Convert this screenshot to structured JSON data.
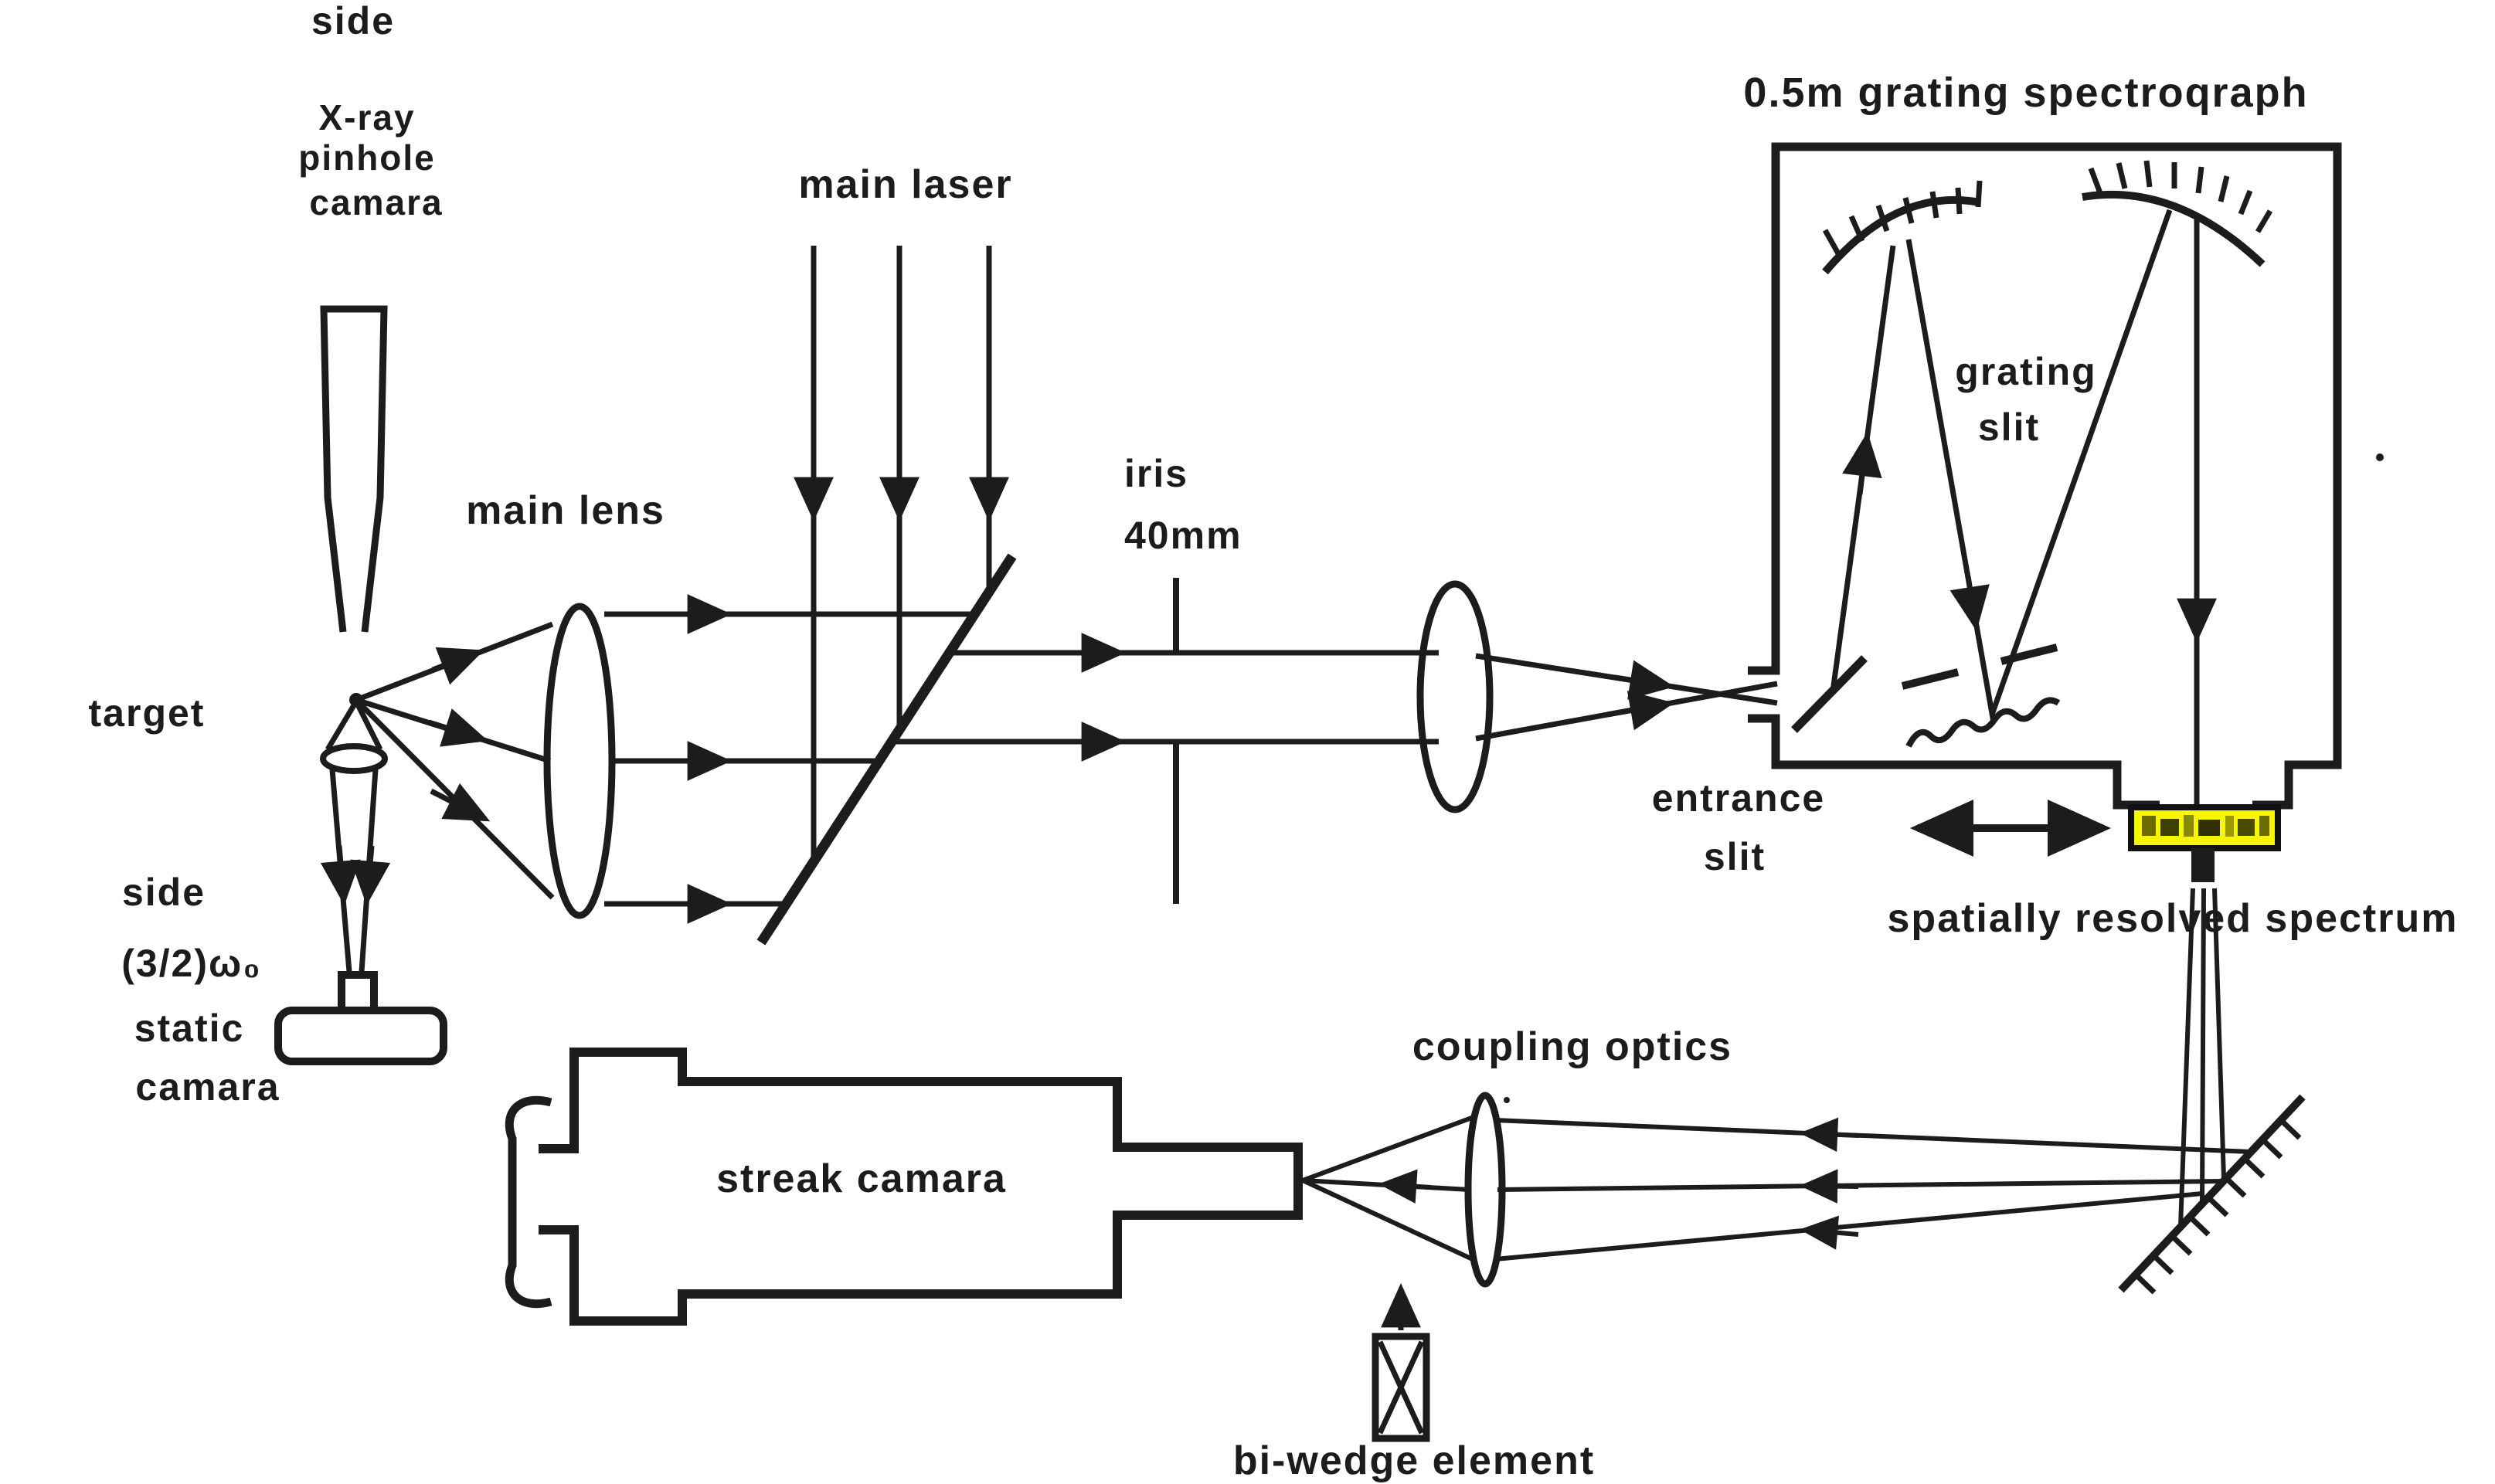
{
  "diagram": {
    "title": "0.5m grating spectroqraph",
    "labels": {
      "side_top": "side",
      "xray_line1": "X-ray",
      "xray_line2": "pinhole",
      "xray_line3": "camara",
      "main_laser": "main laser",
      "main_lens": "main lens",
      "target": "target",
      "iris_line1": "iris",
      "iris_line2": "40mm",
      "grating": "grating",
      "grating_slit": "slit",
      "entrance_line1": "entrance",
      "entrance_line2": "slit",
      "spatially_resolved": "spatially resolved spectrum",
      "side_bottom": "side",
      "harmonic": "(3/2)ω₀",
      "static_line1": "static",
      "static_line2": "camara",
      "streak_camera": "streak camara",
      "coupling_optics": "coupling optics",
      "biwedge": "bi-wedge element"
    },
    "colors": {
      "ink": "#1c1c1c",
      "background": "#ffffff",
      "film_fill": "#f6f600",
      "film_border": "#111111"
    }
  }
}
